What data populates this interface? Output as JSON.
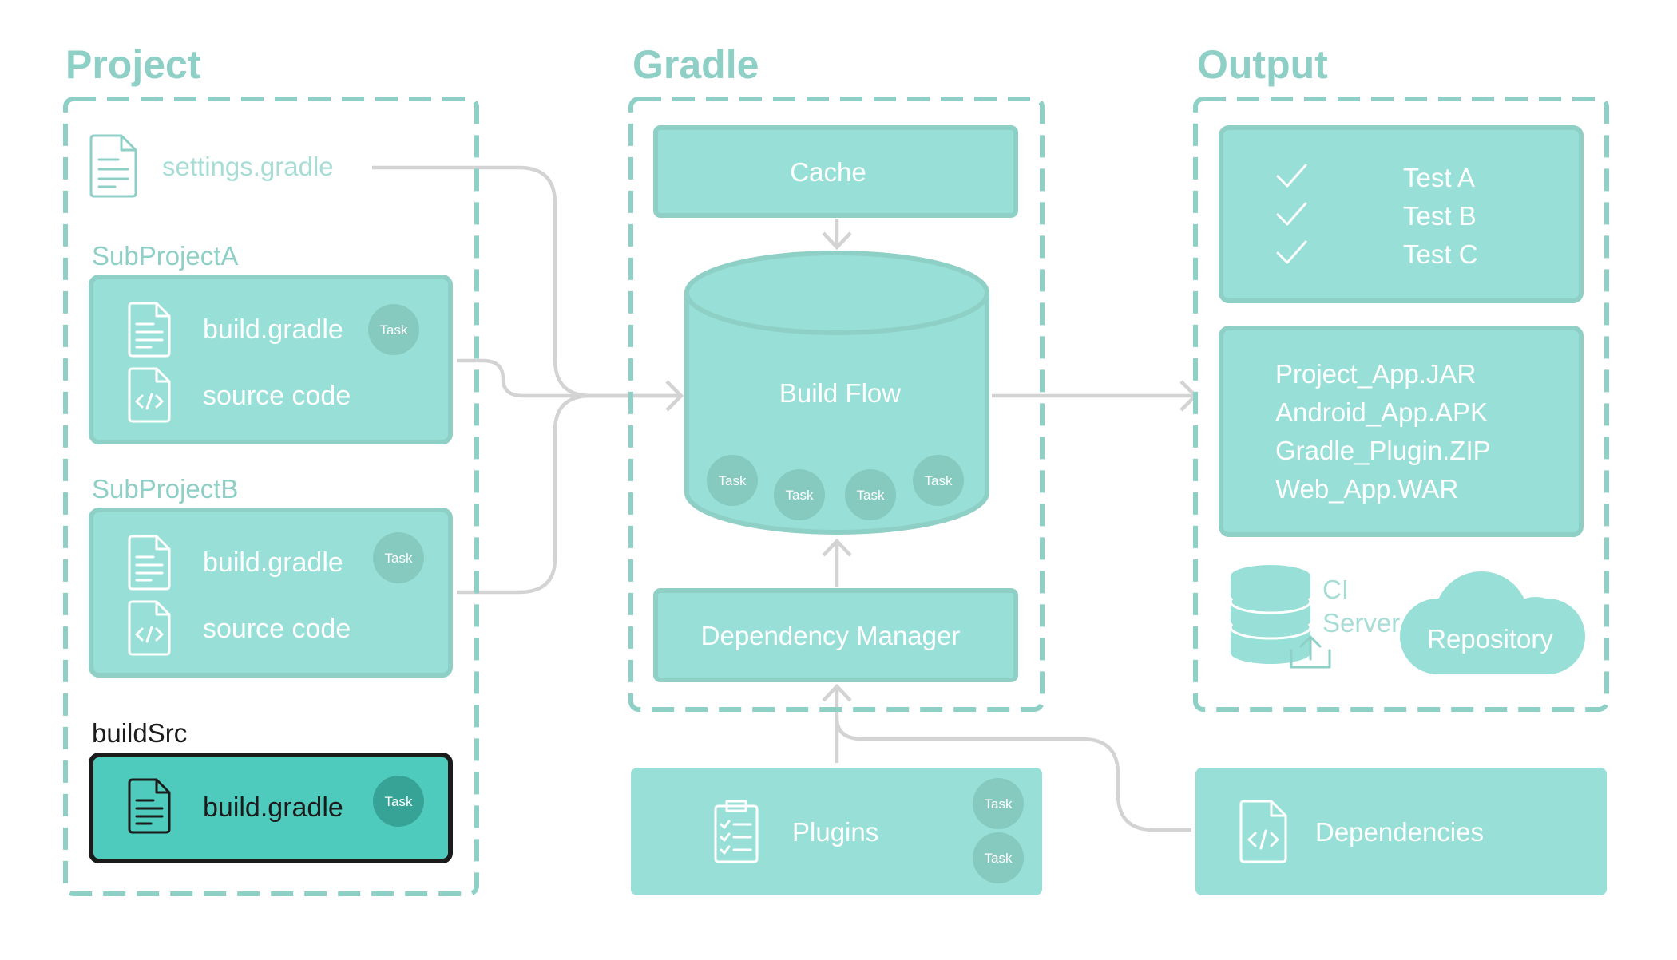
{
  "colors": {
    "accent": "#8ecfc6",
    "panel_fill": "#98e0d7",
    "highlight_fill": "#4ecbbc",
    "task_badge": "#85c9bf",
    "task_badge_dark": "#36a396",
    "connector": "#d3d3d3",
    "dark": "#1b1b1b",
    "white": "#ffffff"
  },
  "project": {
    "heading": "Project",
    "settings_file": "settings.gradle",
    "subproject_a": {
      "label": "SubProjectA",
      "build_file": "build.gradle",
      "source_file": "source code",
      "task": "Task"
    },
    "subproject_b": {
      "label": "SubProjectB",
      "build_file": "build.gradle",
      "source_file": "source code",
      "task": "Task"
    },
    "buildsrc": {
      "label": "buildSrc",
      "build_file": "build.gradle",
      "task": "Task"
    }
  },
  "gradle": {
    "heading": "Gradle",
    "cache": "Cache",
    "build_flow": "Build Flow",
    "build_flow_tasks": [
      "Task",
      "Task",
      "Task",
      "Task"
    ],
    "dependency_manager": "Dependency Manager",
    "plugins": "Plugins",
    "plugin_tasks": [
      "Task",
      "Task"
    ]
  },
  "output": {
    "heading": "Output",
    "tests": [
      "Test A",
      "Test B",
      "Test C"
    ],
    "artifacts": [
      "Project_App.JAR",
      "Android_App.APK",
      "Gradle_Plugin.ZIP",
      "Web_App.WAR"
    ],
    "ci_server_line1": "CI",
    "ci_server_line2": "Server",
    "repository": "Repository"
  },
  "dependencies": "Dependencies",
  "icons": {
    "document": "document-icon",
    "code_file": "code-file-icon",
    "checklist": "checklist-icon",
    "check": "checkmark-icon",
    "database": "database-icon",
    "upload": "upload-icon",
    "cloud": "cloud-icon"
  }
}
